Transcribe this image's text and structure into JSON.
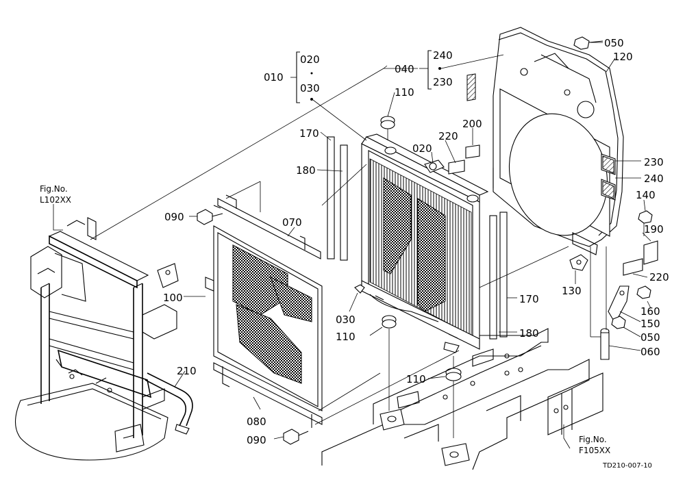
{
  "drawing_code": "TD210-007-10",
  "figure_refs": [
    {
      "id": "ref-l102",
      "title": "Fig.No.",
      "code": "L102XX"
    },
    {
      "id": "ref-f105",
      "title": "Fig.No.",
      "code": "F105XX"
    }
  ],
  "callouts": {
    "c010": "010",
    "c020a": "020",
    "c030a": "030",
    "c040": "040",
    "c240a": "240",
    "c230a": "230",
    "c110a": "110",
    "c050a": "050",
    "c120": "120",
    "c170a": "170",
    "c180a": "180",
    "c220a": "220",
    "c200": "200",
    "c020b": "020",
    "c230b": "230",
    "c240b": "240",
    "c140": "140",
    "c190": "190",
    "c090a": "090",
    "c070": "070",
    "c100": "100",
    "c030b": "030",
    "c110b": "110",
    "c170b": "170",
    "c130": "130",
    "c220b": "220",
    "c160": "160",
    "c150": "150",
    "c050b": "050",
    "c060": "060",
    "c180b": "180",
    "c210": "210",
    "c110c": "110",
    "c080": "080",
    "c090b": "090"
  }
}
